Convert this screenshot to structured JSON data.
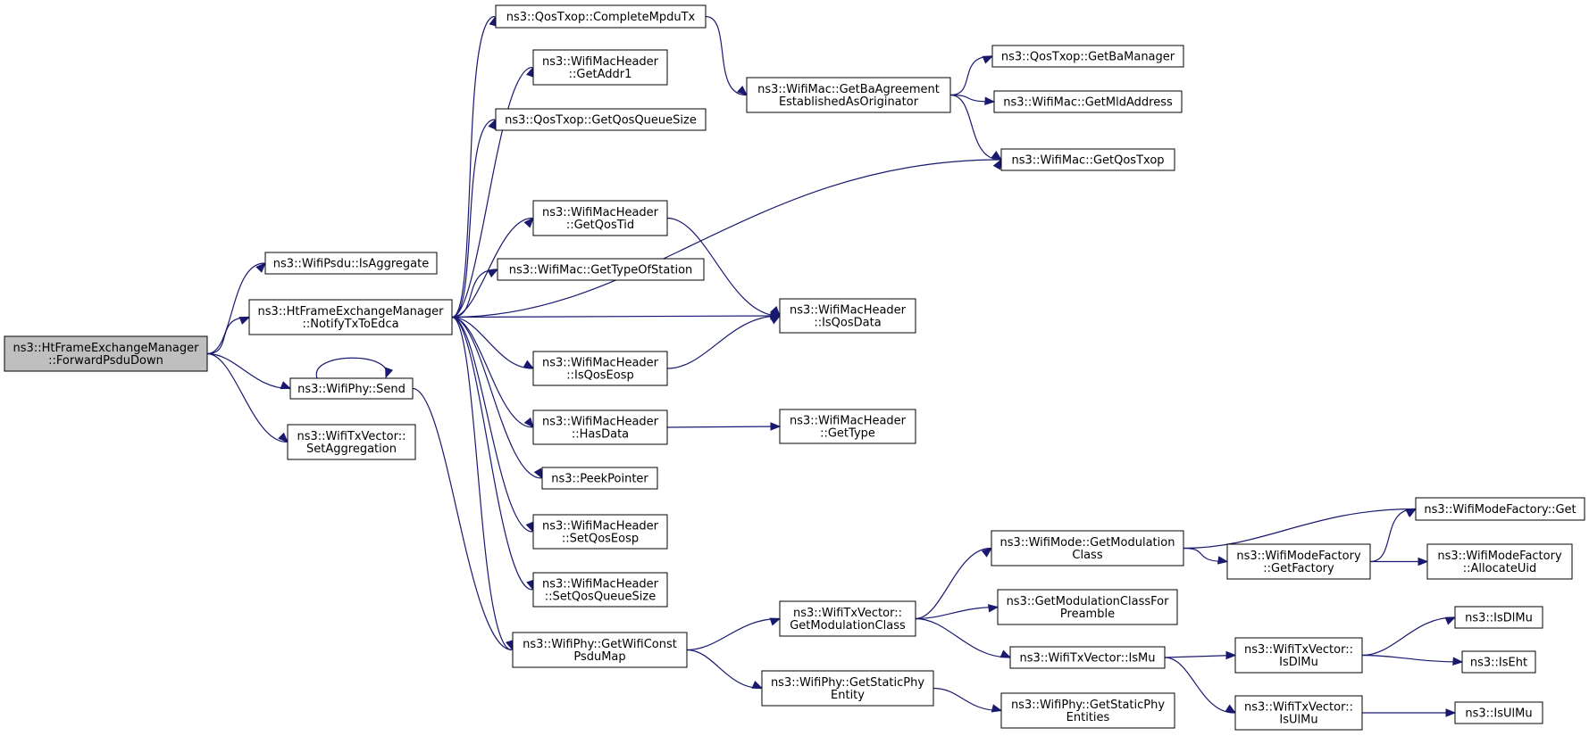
{
  "colors": {
    "node_fill": "#ffffff",
    "root_fill": "#bfbfbf",
    "node_border": "#000000",
    "edge": "#191970"
  },
  "nodes": [
    {
      "id": "root",
      "lines": [
        "ns3::HtFrameExchangeManager",
        "::ForwardPsduDown"
      ],
      "root": true
    },
    {
      "id": "isaggregate",
      "lines": [
        "ns3::WifiPsdu::IsAggregate"
      ]
    },
    {
      "id": "notifytx",
      "lines": [
        "ns3::HtFrameExchangeManager",
        "::NotifyTxToEdca"
      ]
    },
    {
      "id": "send",
      "lines": [
        "ns3::WifiPhy::Send"
      ]
    },
    {
      "id": "setaggregation",
      "lines": [
        "ns3::WifiTxVector::",
        "SetAggregation"
      ]
    },
    {
      "id": "completempdu",
      "lines": [
        "ns3::QosTxop::CompleteMpduTx"
      ]
    },
    {
      "id": "getaddr1",
      "lines": [
        "ns3::WifiMacHeader",
        "::GetAddr1"
      ]
    },
    {
      "id": "getqosqueuesize",
      "lines": [
        "ns3::QosTxop::GetQosQueueSize"
      ]
    },
    {
      "id": "getqostid",
      "lines": [
        "ns3::WifiMacHeader",
        "::GetQosTid"
      ]
    },
    {
      "id": "gettypeofstation",
      "lines": [
        "ns3::WifiMac::GetTypeOfStation"
      ]
    },
    {
      "id": "isqoseosp",
      "lines": [
        "ns3::WifiMacHeader",
        "::IsQosEosp"
      ]
    },
    {
      "id": "hasdata",
      "lines": [
        "ns3::WifiMacHeader",
        "::HasData"
      ]
    },
    {
      "id": "peekpointer",
      "lines": [
        "ns3::PeekPointer"
      ]
    },
    {
      "id": "setqoseosp",
      "lines": [
        "ns3::WifiMacHeader",
        "::SetQosEosp"
      ]
    },
    {
      "id": "setqosqueuesize",
      "lines": [
        "ns3::WifiMacHeader",
        "::SetQosQueueSize"
      ]
    },
    {
      "id": "getwificonst",
      "lines": [
        "ns3::WifiPhy::GetWifiConst",
        "PsduMap"
      ]
    },
    {
      "id": "getbaagreement",
      "lines": [
        "ns3::WifiMac::GetBaAgreement",
        "EstablishedAsOriginator"
      ]
    },
    {
      "id": "isqosdata",
      "lines": [
        "ns3::WifiMacHeader",
        "::IsQosData"
      ]
    },
    {
      "id": "gettype",
      "lines": [
        "ns3::WifiMacHeader",
        "::GetType"
      ]
    },
    {
      "id": "getmodclass_tx",
      "lines": [
        "ns3::WifiTxVector::",
        "GetModulationClass"
      ]
    },
    {
      "id": "getstaticphyentity",
      "lines": [
        "ns3::WifiPhy::GetStaticPhy",
        "Entity"
      ]
    },
    {
      "id": "getbamanager",
      "lines": [
        "ns3::QosTxop::GetBaManager"
      ]
    },
    {
      "id": "getmldaddress",
      "lines": [
        "ns3::WifiMac::GetMldAddress"
      ]
    },
    {
      "id": "getqostxop",
      "lines": [
        "ns3::WifiMac::GetQosTxop"
      ]
    },
    {
      "id": "getmodclass_mode",
      "lines": [
        "ns3::WifiMode::GetModulation",
        "Class"
      ]
    },
    {
      "id": "getmodclassforpreamble",
      "lines": [
        "ns3::GetModulationClassFor",
        "Preamble"
      ]
    },
    {
      "id": "ismu",
      "lines": [
        "ns3::WifiTxVector::IsMu"
      ]
    },
    {
      "id": "getstaticphyentities",
      "lines": [
        "ns3::WifiPhy::GetStaticPhy",
        "Entities"
      ]
    },
    {
      "id": "getfactory",
      "lines": [
        "ns3::WifiModeFactory",
        "::GetFactory"
      ]
    },
    {
      "id": "isdlmu_tx",
      "lines": [
        "ns3::WifiTxVector::",
        "IsDlMu"
      ]
    },
    {
      "id": "isulmu_tx",
      "lines": [
        "ns3::WifiTxVector::",
        "IsUlMu"
      ]
    },
    {
      "id": "factoryget",
      "lines": [
        "ns3::WifiModeFactory::Get"
      ]
    },
    {
      "id": "allocateuid",
      "lines": [
        "ns3::WifiModeFactory",
        "::AllocateUid"
      ]
    },
    {
      "id": "isdlmu",
      "lines": [
        "ns3::IsDlMu"
      ]
    },
    {
      "id": "iseht",
      "lines": [
        "ns3::IsEht"
      ]
    },
    {
      "id": "isulmu",
      "lines": [
        "ns3::IsUlMu"
      ]
    }
  ],
  "edges": [
    [
      "root",
      "isaggregate"
    ],
    [
      "root",
      "notifytx"
    ],
    [
      "root",
      "send"
    ],
    [
      "root",
      "setaggregation"
    ],
    [
      "notifytx",
      "completempdu"
    ],
    [
      "notifytx",
      "getaddr1"
    ],
    [
      "notifytx",
      "getqosqueuesize"
    ],
    [
      "notifytx",
      "getqostxop"
    ],
    [
      "notifytx",
      "getqostid"
    ],
    [
      "notifytx",
      "gettypeofstation"
    ],
    [
      "notifytx",
      "isqosdata"
    ],
    [
      "notifytx",
      "isqoseosp"
    ],
    [
      "notifytx",
      "hasdata"
    ],
    [
      "notifytx",
      "peekpointer"
    ],
    [
      "notifytx",
      "setqoseosp"
    ],
    [
      "notifytx",
      "setqosqueuesize"
    ],
    [
      "notifytx",
      "getwificonst"
    ],
    [
      "send",
      "send"
    ],
    [
      "send",
      "getwificonst"
    ],
    [
      "completempdu",
      "getbaagreement"
    ],
    [
      "getbaagreement",
      "getbamanager"
    ],
    [
      "getbaagreement",
      "getmldaddress"
    ],
    [
      "getbaagreement",
      "getqostxop"
    ],
    [
      "getqostid",
      "isqosdata"
    ],
    [
      "isqoseosp",
      "isqosdata"
    ],
    [
      "hasdata",
      "gettype"
    ],
    [
      "getwificonst",
      "getmodclass_tx"
    ],
    [
      "getwificonst",
      "getstaticphyentity"
    ],
    [
      "getmodclass_tx",
      "getmodclass_mode"
    ],
    [
      "getmodclass_tx",
      "getmodclassforpreamble"
    ],
    [
      "getmodclass_tx",
      "ismu"
    ],
    [
      "getstaticphyentity",
      "getstaticphyentities"
    ],
    [
      "getmodclass_mode",
      "factoryget"
    ],
    [
      "getmodclass_mode",
      "getfactory"
    ],
    [
      "getfactory",
      "factoryget"
    ],
    [
      "getfactory",
      "allocateuid"
    ],
    [
      "ismu",
      "isdlmu_tx"
    ],
    [
      "ismu",
      "isulmu_tx"
    ],
    [
      "isdlmu_tx",
      "isdlmu"
    ],
    [
      "isdlmu_tx",
      "iseht"
    ],
    [
      "isulmu_tx",
      "isulmu"
    ]
  ]
}
